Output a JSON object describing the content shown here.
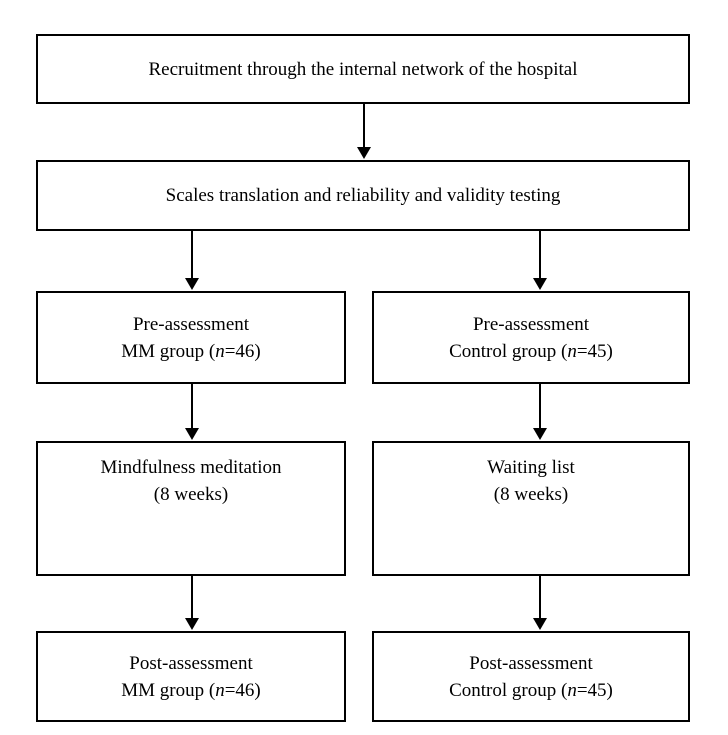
{
  "flowchart": {
    "recruitment": "Recruitment through the internal network of the hospital",
    "scales": "Scales translation and reliability and validity testing",
    "pre_mm": {
      "line1": "Pre-assessment",
      "line2_prefix": "MM group (",
      "n": "n",
      "line2_suffix": "=46)"
    },
    "pre_control": {
      "line1": "Pre-assessment",
      "line2_prefix": "Control group (",
      "n": "n",
      "line2_suffix": "=45)"
    },
    "intervention": {
      "line1": "Mindfulness meditation",
      "line2": "(8 weeks)"
    },
    "waiting": {
      "line1": "Waiting list",
      "line2": "(8 weeks)"
    },
    "post_mm": {
      "line1": "Post-assessment",
      "line2_prefix": "MM group (",
      "n": "n",
      "line2_suffix": "=46)"
    },
    "post_control": {
      "line1": "Post-assessment",
      "line2_prefix": "Control group (",
      "n": "n",
      "line2_suffix": "=45)"
    }
  }
}
